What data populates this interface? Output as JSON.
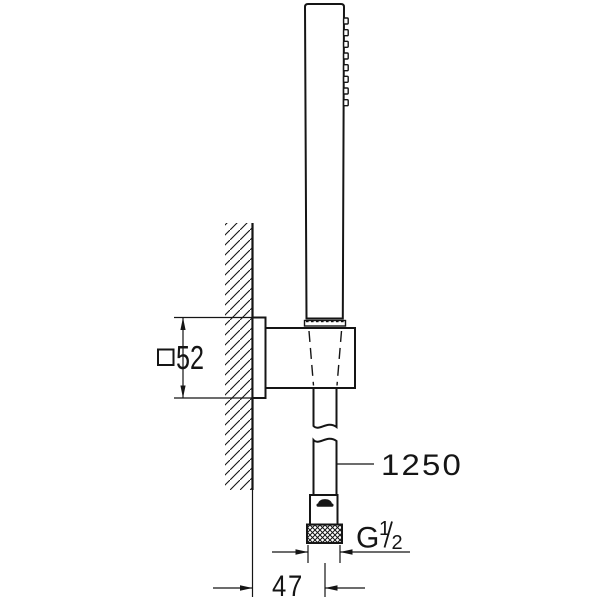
{
  "drawing": {
    "type": "technical-dimension-drawing",
    "subject": "wall-mounted hand shower set with holder and hose",
    "colors": {
      "line": "#151515",
      "background": "#ffffff"
    },
    "dimensions": {
      "square": {
        "symbol": "□",
        "value": "52"
      },
      "hose_length": {
        "value": "1250"
      },
      "thread": {
        "prefix": "G",
        "numerator": "1",
        "slash": "/",
        "denominator": "2"
      },
      "offset": {
        "value": "47"
      }
    }
  }
}
